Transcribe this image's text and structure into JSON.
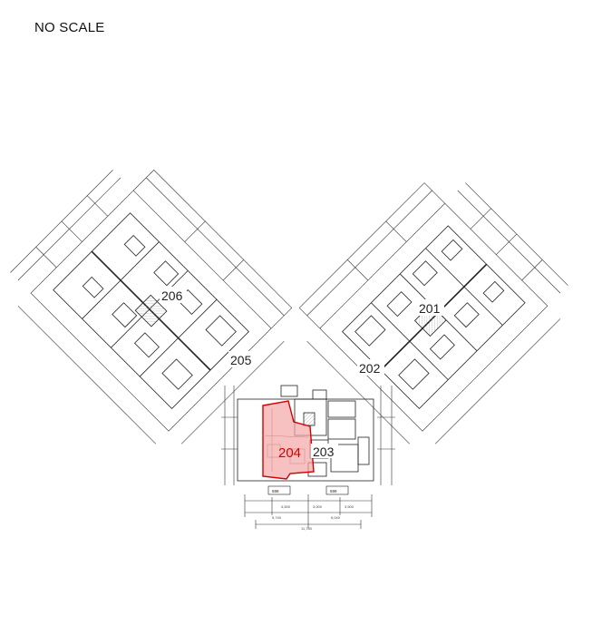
{
  "header": {
    "title": "NO SCALE"
  },
  "units": {
    "u206": "206",
    "u205": "205",
    "u201": "201",
    "u202": "202",
    "u204": "204",
    "u203": "203"
  },
  "dims": {
    "bottom_total": "11,780",
    "bottom_left": "5,740",
    "bottom_right": "6,040",
    "seg_a": "4,500",
    "seg_b": "3,000",
    "seg_c": "3,500"
  },
  "area_tags": {
    "left": "598",
    "right": "599"
  },
  "colors": {
    "highlight_fill": "#f4a6a6",
    "highlight_stroke": "#d40000",
    "line": "#222222"
  }
}
